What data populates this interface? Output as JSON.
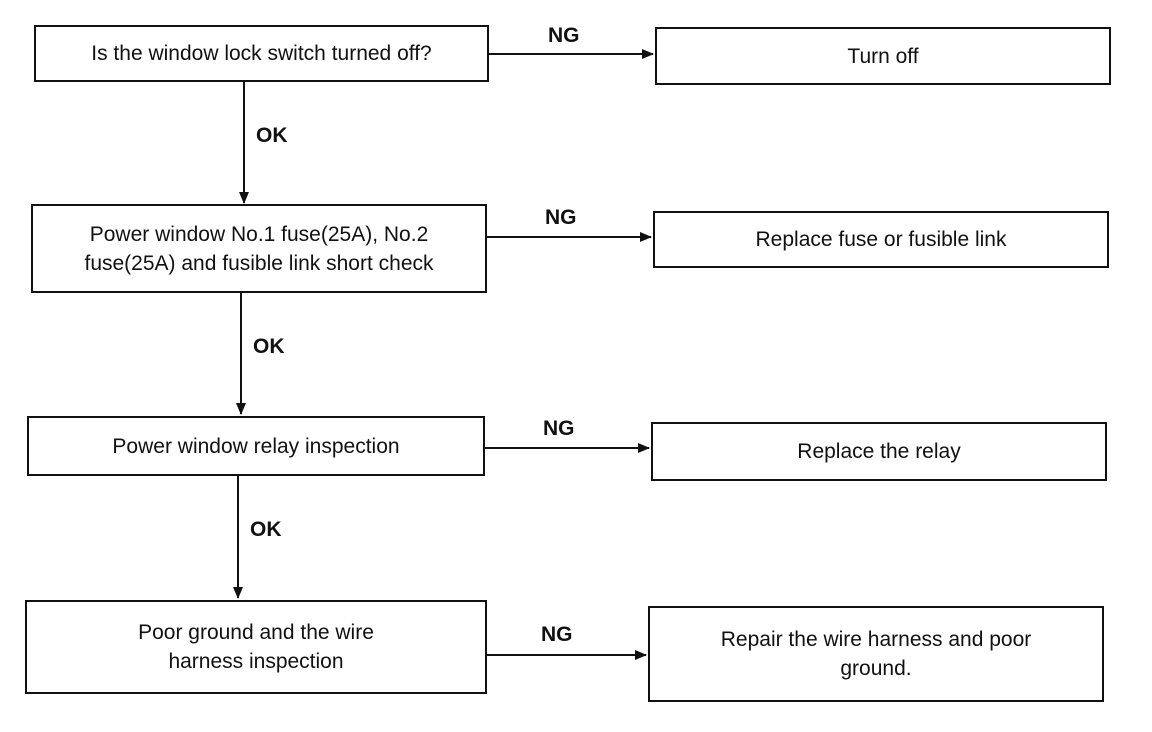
{
  "flowchart": {
    "steps": [
      {
        "check": "Is the window lock switch turned off?",
        "ng_label": "NG",
        "ng_action": "Turn off",
        "ok_label": "OK"
      },
      {
        "check": "Power window No.1 fuse(25A), No.2 fuse(25A) and fusible link short check",
        "ng_label": "NG",
        "ng_action": "Replace fuse or fusible link",
        "ok_label": "OK"
      },
      {
        "check": "Power window relay inspection",
        "ng_label": "NG",
        "ng_action": "Replace the relay",
        "ok_label": "OK"
      },
      {
        "check": "Poor ground and the wire harness inspection",
        "ng_label": "NG",
        "ng_action": "Repair the wire harness and poor ground."
      }
    ]
  },
  "colors": {
    "line": "#111111",
    "background": "#ffffff"
  }
}
